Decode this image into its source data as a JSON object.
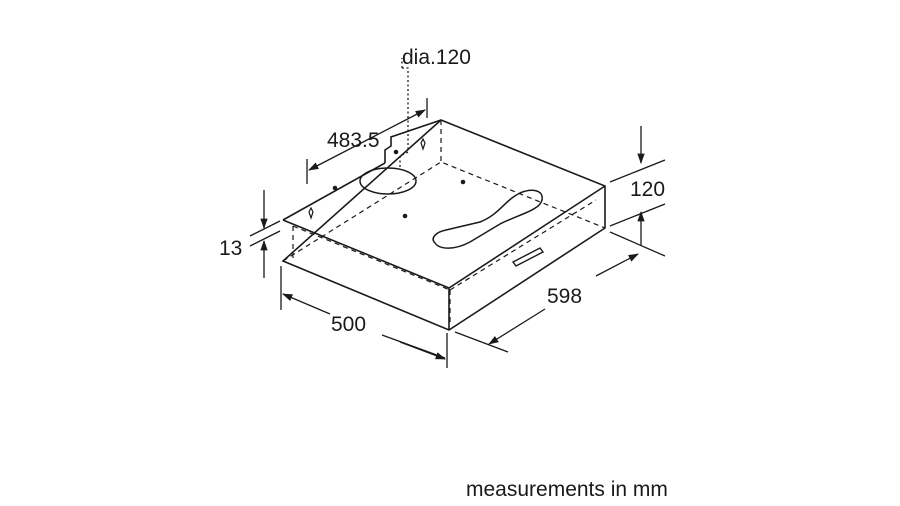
{
  "dimensions": {
    "duct_diameter": "dia.120",
    "rear_offset": "483.5",
    "height": "120",
    "front_lip": "13",
    "depth": "500",
    "width": "598"
  },
  "footer": {
    "units_note": "measurements in mm"
  }
}
